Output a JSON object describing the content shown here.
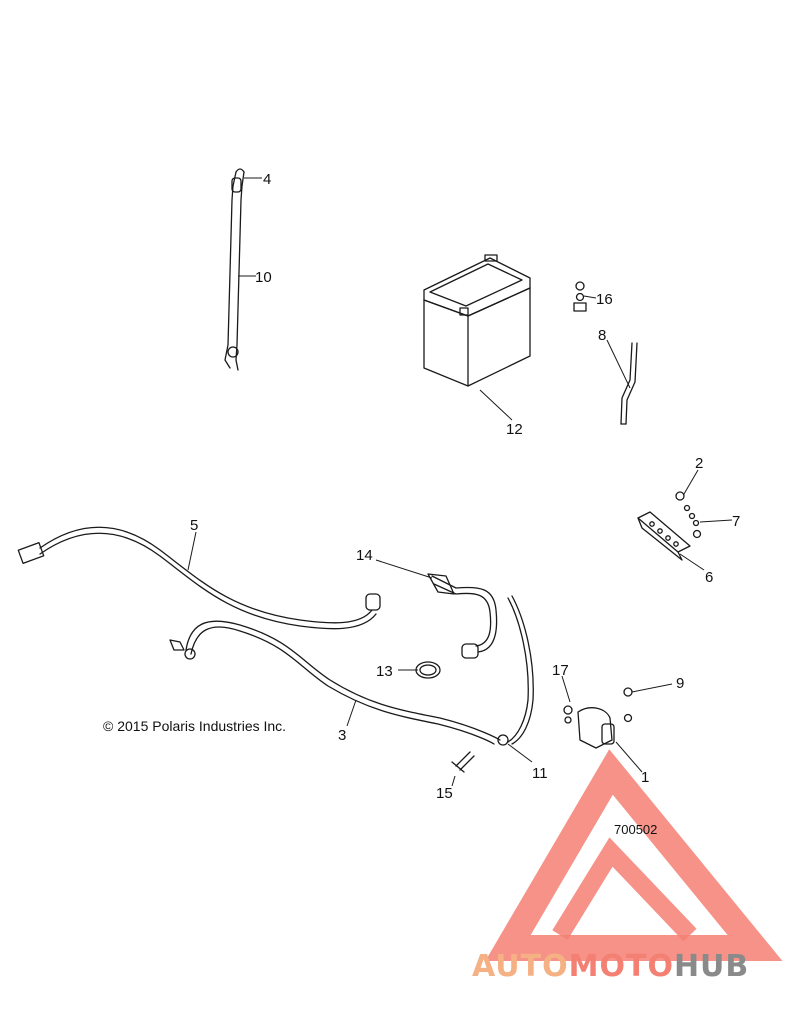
{
  "callouts": [
    "1",
    "2",
    "3",
    "4",
    "5",
    "6",
    "7",
    "8",
    "9",
    "10",
    "11",
    "12",
    "13",
    "14",
    "15",
    "16",
    "17"
  ],
  "copyright": "© 2015 Polaris Industries Inc.",
  "reference_number": "700502",
  "watermark": {
    "part1": "AUTO",
    "part2": "MOTO",
    "part3": "HUB"
  },
  "colors": {
    "watermark_orange": "#f5b183",
    "watermark_salmon": "#f47f73",
    "watermark_grey": "#8a8a8a",
    "line": "#1a1a1a"
  }
}
